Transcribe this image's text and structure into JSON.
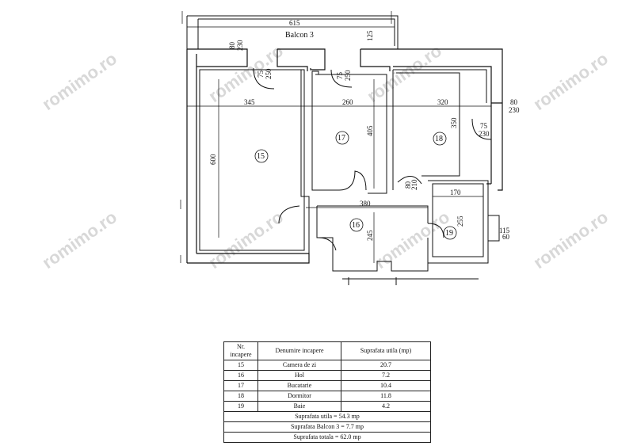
{
  "watermark": "romimo.ro",
  "balcony_label": "Balcon 3",
  "dimensions": {
    "top_width": "615",
    "balcony_depth": "125",
    "small_80": "80",
    "small_230": "230",
    "door1_w": "75",
    "door1_h": "250",
    "door2_w": "75",
    "door2_h": "250",
    "w15": "345",
    "w17": "260",
    "w18": "320",
    "right_80": "80",
    "right_230": "230",
    "door3_w": "75",
    "door3_h": "230",
    "h15": "600",
    "h17": "405",
    "h18": "350",
    "hall_w": "380",
    "hall_h": "245",
    "door4_w": "80",
    "door4_h": "210",
    "bath_w": "170",
    "bath_h": "255",
    "win_115": "115",
    "win_60": "60"
  },
  "rooms": [
    "15",
    "17",
    "18",
    "16",
    "19"
  ],
  "table": {
    "headers": [
      "Nr. incapere",
      "Denumire incapere",
      "Suprafata utila (mp)"
    ],
    "rows": [
      [
        "15",
        "Camera de zi",
        "20.7"
      ],
      [
        "16",
        "Hol",
        "7.2"
      ],
      [
        "17",
        "Bucatarie",
        "10.4"
      ],
      [
        "18",
        "Dormitor",
        "11.8"
      ],
      [
        "19",
        "Baie",
        "4.2"
      ]
    ],
    "summary": [
      "Suprafata utila = 54.3 mp",
      "Suprafata Balcon 3 = 7.7 mp",
      "Suprafata totala = 62.0 mp"
    ]
  }
}
